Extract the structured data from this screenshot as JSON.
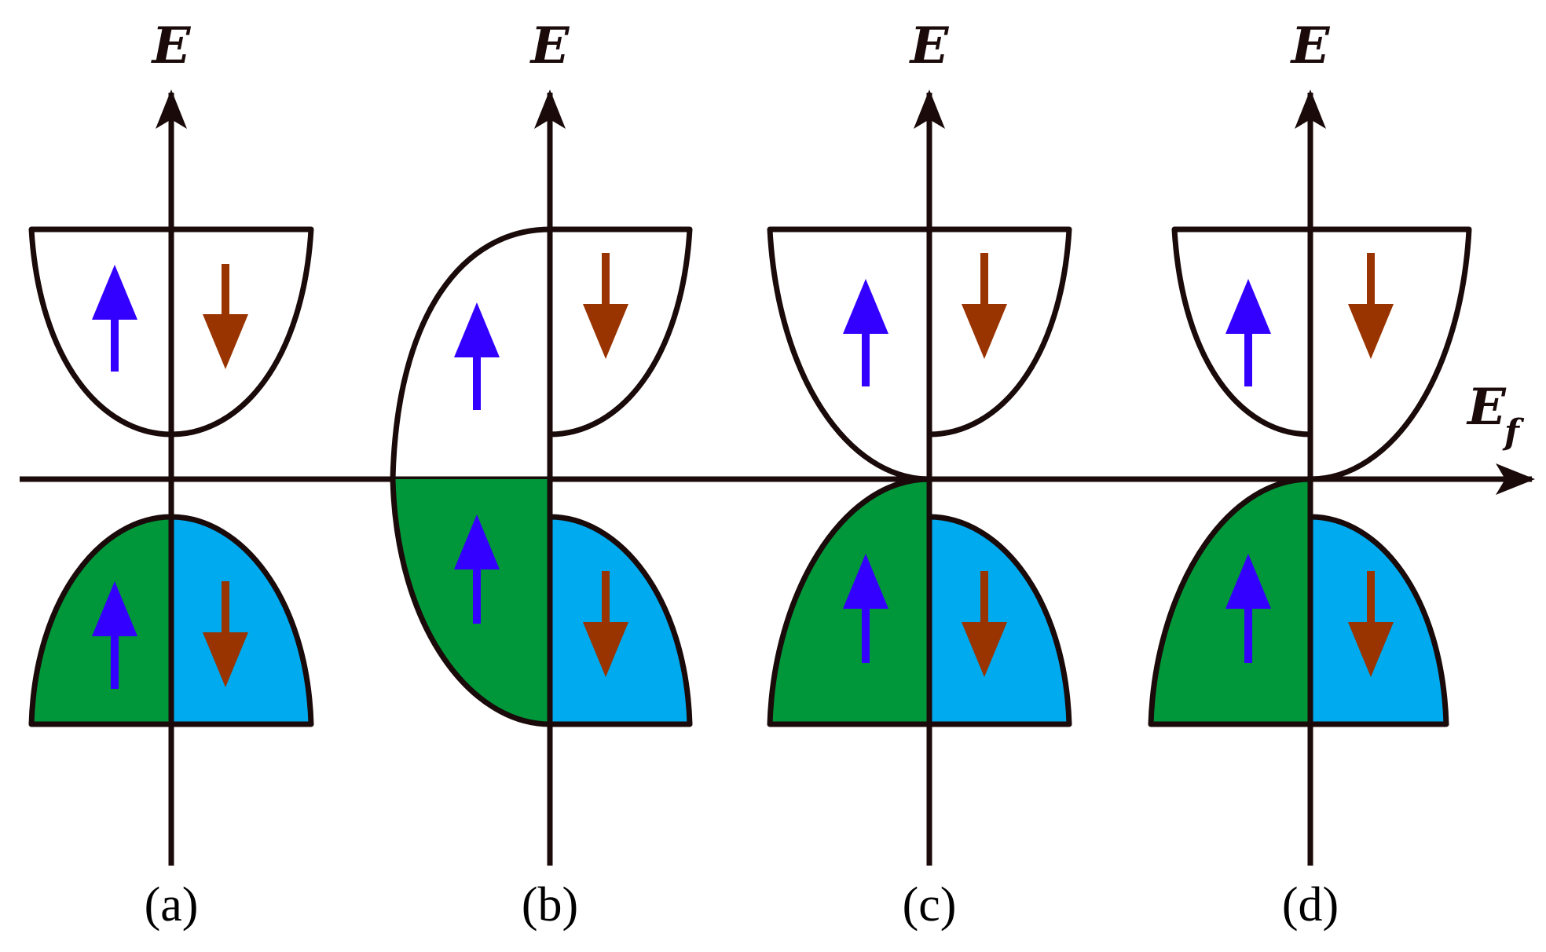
{
  "labels": {
    "energy_axis": "E",
    "fermi_main": "E",
    "fermi_sub": "f"
  },
  "panels": [
    {
      "id": "a",
      "label": "(a)"
    },
    {
      "id": "b",
      "label": "(b)"
    },
    {
      "id": "c",
      "label": "(c)"
    },
    {
      "id": "d",
      "label": "(d)"
    }
  ],
  "colors": {
    "line": "#1a0a0a",
    "spin_up_valence": "#00963a",
    "spin_down_valence": "#00aaee",
    "arrow_up": "#3300ff",
    "arrow_down": "#993300",
    "background": "#ffffff"
  }
}
